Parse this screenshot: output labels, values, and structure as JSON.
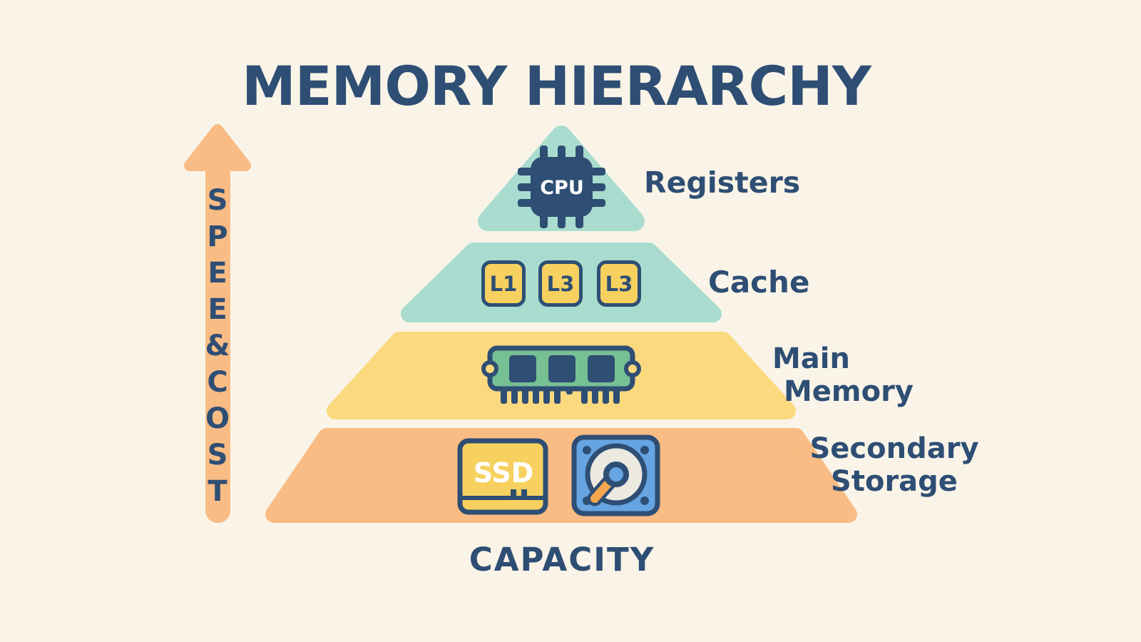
{
  "title": "MEMORY HIERARCHY",
  "arrow": {
    "label": "SPEE&COST",
    "direction": "up"
  },
  "capacity_label": "CAPACITY",
  "pyramid": {
    "levels": [
      {
        "label": "Registers",
        "icon": "cpu-chip-icon",
        "chip_text": "CPU",
        "color": "#A9DCCE"
      },
      {
        "label": "Cache",
        "boxes": [
          "L1",
          "L3",
          "L3"
        ],
        "color": "#A9DCCE"
      },
      {
        "label_line1": "Main",
        "label_line2": "Memory",
        "icon": "ram-stick-icon",
        "color": "#FBD97E"
      },
      {
        "label_line1": "Secondary",
        "label_line2": "Storage",
        "icons": [
          "ssd-icon",
          "hdd-icon"
        ],
        "ssd_text": "SSD",
        "color": "#F9BC84"
      }
    ]
  },
  "colors": {
    "background": "#FAF4E8",
    "navy": "#2E4E74",
    "mint": "#A9DCCE",
    "yellow": "#FBD97E",
    "orange": "#F9BC84",
    "box_yellow": "#F7D15F",
    "ram_green": "#76C094",
    "hdd_blue": "#66A4E2",
    "platter_white": "#ECE9E0",
    "arm_orange": "#F4A74E",
    "icon_text_white": "#FFFFFF"
  }
}
